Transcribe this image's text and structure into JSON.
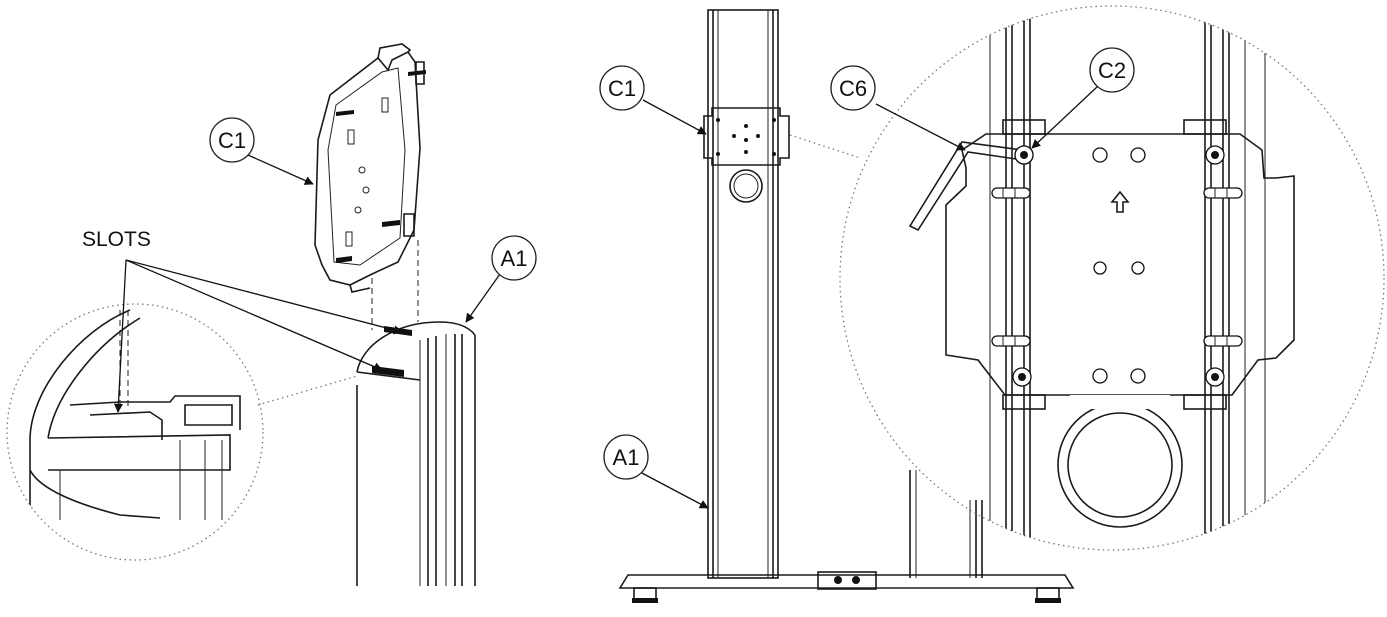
{
  "callouts": {
    "c1_left": "C1",
    "a1_left": "A1",
    "c1_right": "C1",
    "a1_right": "A1",
    "c6": "C6",
    "c2": "C2"
  },
  "labels": {
    "slots": "SLOTS"
  }
}
